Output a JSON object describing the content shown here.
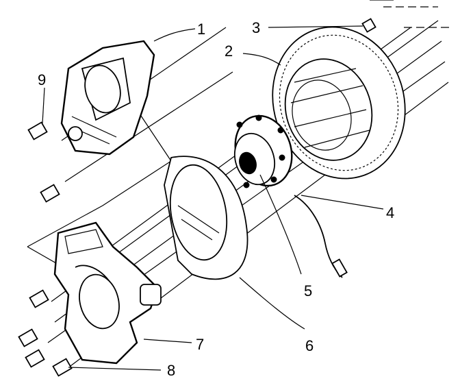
{
  "callouts": [
    {
      "label": "1"
    },
    {
      "label": "2"
    },
    {
      "label": "3"
    },
    {
      "label": "4"
    },
    {
      "label": "5"
    },
    {
      "label": "6"
    },
    {
      "label": "7"
    },
    {
      "label": "8"
    },
    {
      "label": "9"
    }
  ],
  "colors": {
    "ink": "#000000",
    "paper": "#ffffff"
  }
}
